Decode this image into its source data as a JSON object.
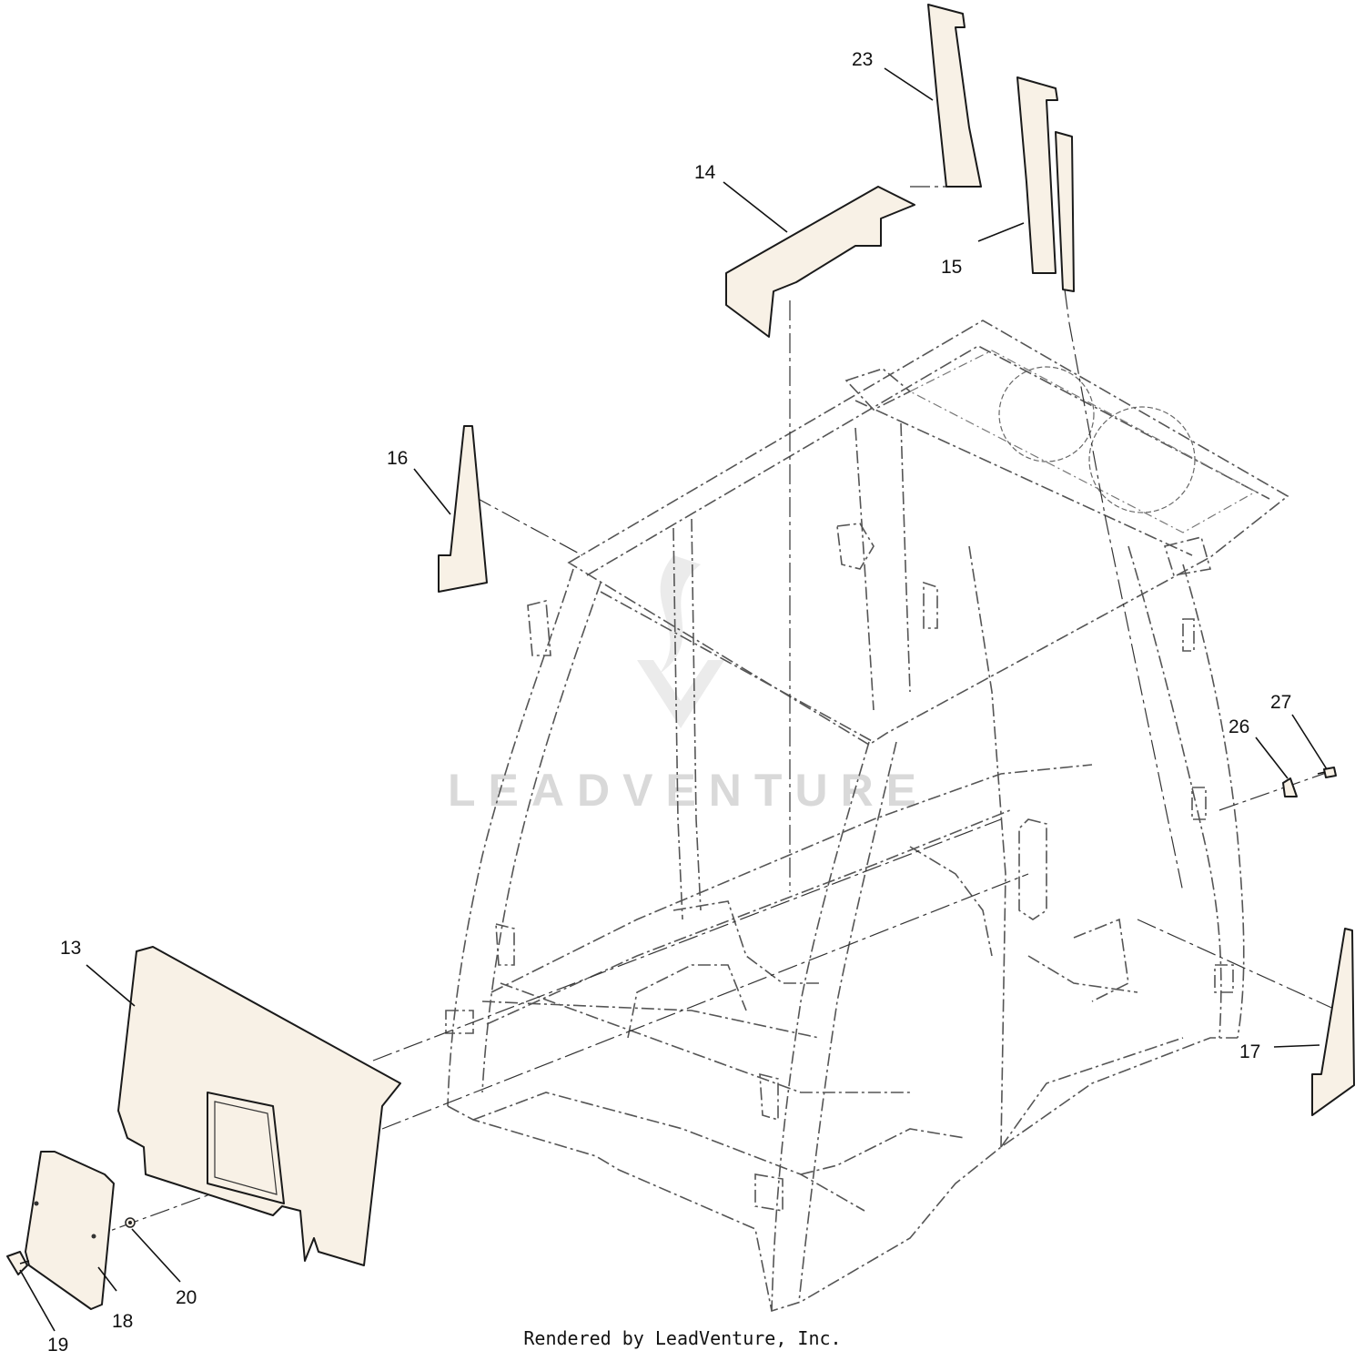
{
  "callouts": {
    "c13": "13",
    "c14": "14",
    "c15": "15",
    "c16": "16",
    "c17": "17",
    "c18": "18",
    "c19": "19",
    "c20": "20",
    "c23": "23",
    "c26": "26",
    "c27": "27"
  },
  "watermark": "LEADVENTURE",
  "footer": "Rendered by LeadVenture, Inc.",
  "colors": {
    "part_fill": "#f8f1e6",
    "line": "#1a1a1a",
    "watermark": "#d9d9d9"
  }
}
